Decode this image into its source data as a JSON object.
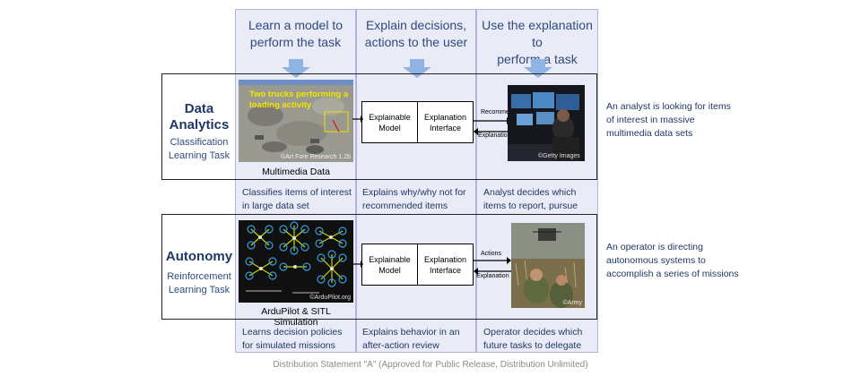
{
  "columns": [
    {
      "heading": "Learn a model to\nperform the task"
    },
    {
      "heading": "Explain decisions,\nactions to the user"
    },
    {
      "heading": "Use the explanation to\nperform a task"
    }
  ],
  "rows": [
    {
      "title": "Data\nAnalytics",
      "subtitle": "Classification\nLearning Task",
      "image_overlay": "Two trucks performing a\nloading activity",
      "image_credit": "©Art Fore Research 1.2b",
      "image_caption": "Multimedia Data",
      "model_box": "Explainable\nModel",
      "interface_box": "Explanation\nInterface",
      "link_top": "Recommend",
      "link_bottom": "Explanation",
      "photo_credit": "©Getty Images",
      "side_note": "An analyst is looking for items of interest in massive multimedia data sets",
      "cells": [
        "Classifies items of interest\nin large data set",
        "Explains why/why not for\nrecommended items",
        "Analyst decides which\nitems to report, pursue"
      ]
    },
    {
      "title": "Autonomy",
      "subtitle": "Reinforcement\nLearning Task",
      "image_credit": "©ArduPilot.org",
      "image_caption": "ArduPilot & SITL Simulation",
      "model_box": "Explainable\nModel",
      "interface_box": "Explanation\nInterface",
      "link_top": "Actions",
      "link_bottom": "Explanation",
      "photo_credit": "©Army",
      "side_note": "An operator is directing autonomous systems to accomplish a series of missions",
      "cells": [
        "Learns decision policies\nfor simulated missions",
        "Explains behavior in an\nafter-action review",
        "Operator decides which\nfuture tasks to delegate"
      ]
    }
  ],
  "footer": "Distribution Statement \"A\" (Approved for Public Release, Distribution Unlimited)",
  "colors": {
    "column_fill": "#e9ebf7",
    "column_border": "#b6b1e3",
    "arrow": "#8fb4e3",
    "text_blue": "#1f3864"
  },
  "icons": [
    "down-arrow-icon",
    "double-arrow-icon"
  ]
}
